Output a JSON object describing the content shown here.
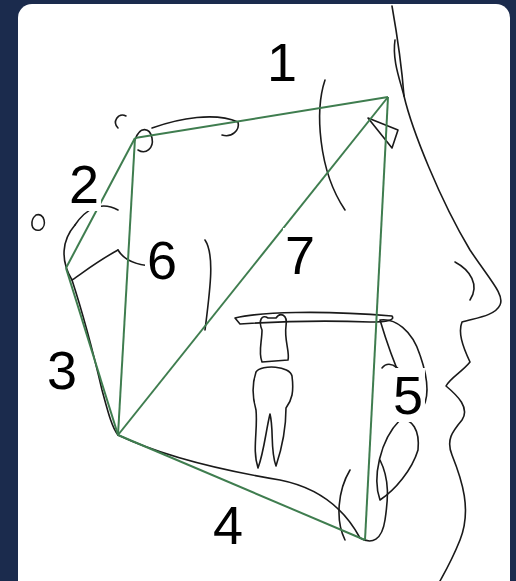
{
  "diagram": {
    "labels": [
      "1",
      "2",
      "6",
      "7",
      "3",
      "5",
      "4"
    ]
  }
}
